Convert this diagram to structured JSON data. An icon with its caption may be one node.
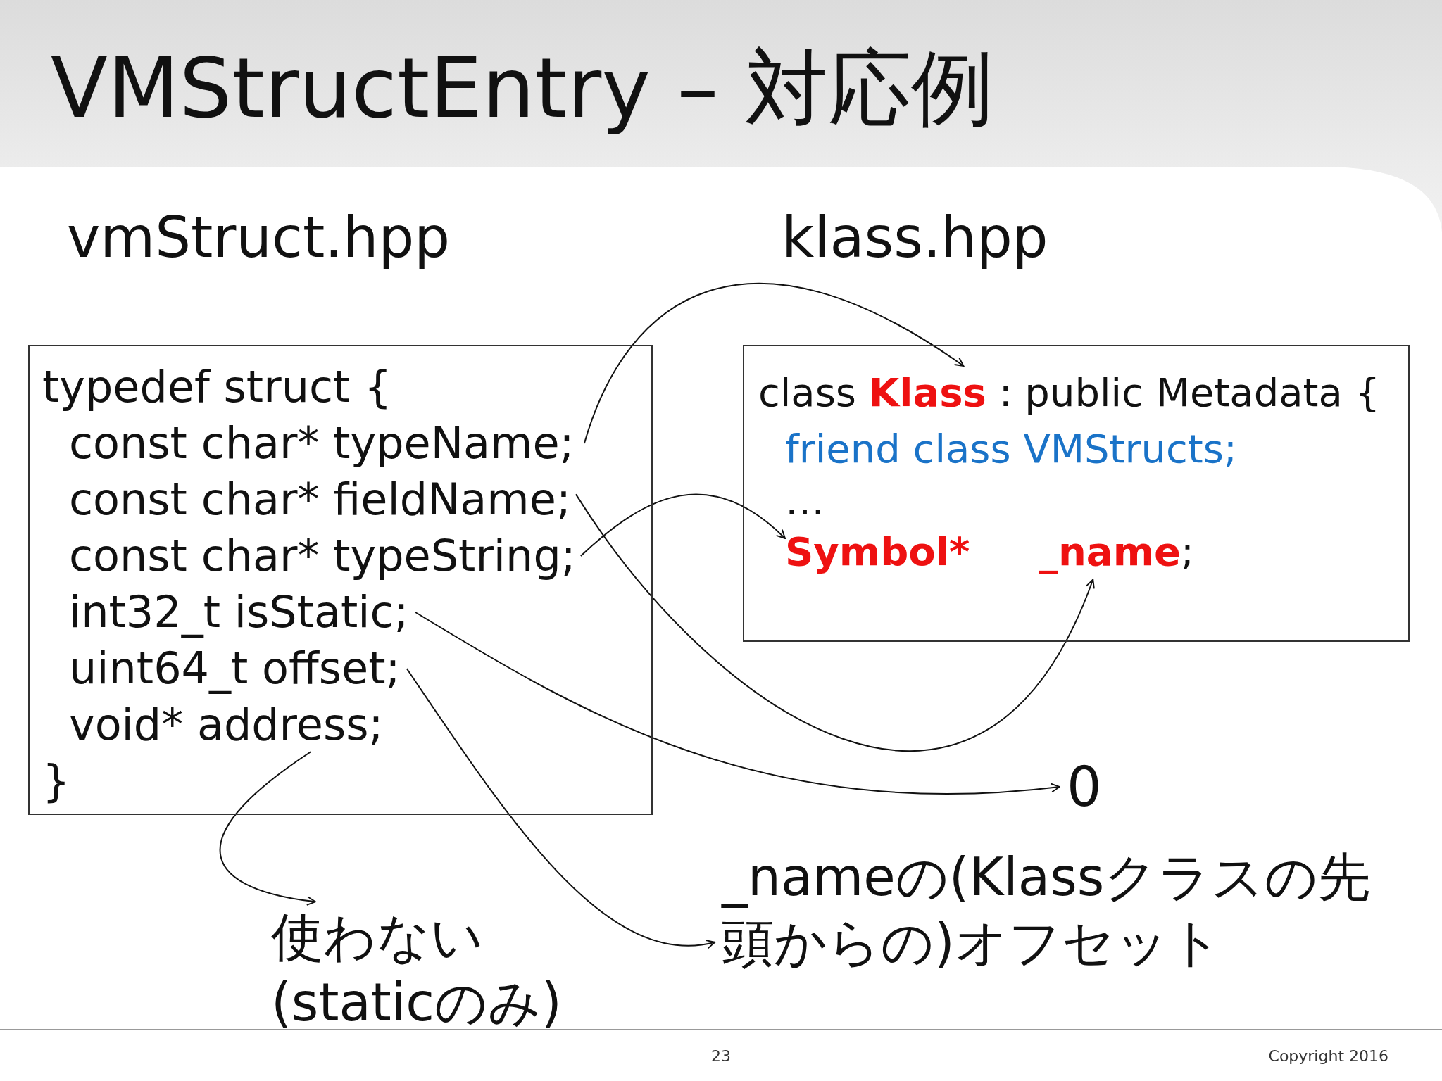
{
  "diagram": {
    "title": "VMStructEntry – 対応例",
    "nodes": [
      {
        "text": [
          "vmStruct.hpp"
        ]
      },
      {
        "text": [
          "typedef struct {"
        ],
        "in": 0
      },
      {
        "text": [
          "const char* typeName;"
        ],
        "in": 0
      },
      {
        "text": [
          "const char* fieldName;"
        ],
        "in": 0
      },
      {
        "text": [
          "const char* typeString;"
        ],
        "in": 0
      },
      {
        "text": [
          "int32_t  isStatic;"
        ],
        "in": 0
      },
      {
        "text": [
          "uint64_t offset;"
        ],
        "in": 0
      },
      {
        "text": [
          "void* address;"
        ],
        "in": 0
      },
      {
        "text": [
          "}"
        ],
        "in": 0
      },
      {
        "text": [
          "klass.hpp"
        ]
      },
      {
        "text": [
          "class **Klass** : public Metadata {"
        ],
        "in": 9
      },
      {
        "text": [
          "friend class VMStructs;"
        ],
        "in": 9
      },
      {
        "text": [
          "…"
        ],
        "in": 9
      },
      {
        "text": [
          "Symbol*"
        ],
        "in": 9
      },
      {
        "text": [
          "**_name**;"
        ],
        "in": 9
      },
      {
        "text": [
          "0"
        ]
      },
      {
        "text": [
          "_nameの(Klassクラスの先頭からの)オフセット"
        ]
      },
      {
        "text": [
          "使わない(staticのみ)"
        ]
      }
    ],
    "edges": [
      {
        "from": 2,
        "to": 10,
        "arrow": "to"
      },
      {
        "from": 3,
        "to": 14,
        "arrow": "to"
      },
      {
        "from": 4,
        "to": 13,
        "arrow": "to"
      },
      {
        "from": 5,
        "to": 15,
        "arrow": "to"
      },
      {
        "from": 6,
        "to": 16,
        "arrow": "to"
      },
      {
        "from": 7,
        "to": 17,
        "arrow": "to"
      }
    ],
    "labels": [
      "23",
      "Copyright 2016"
    ]
  }
}
